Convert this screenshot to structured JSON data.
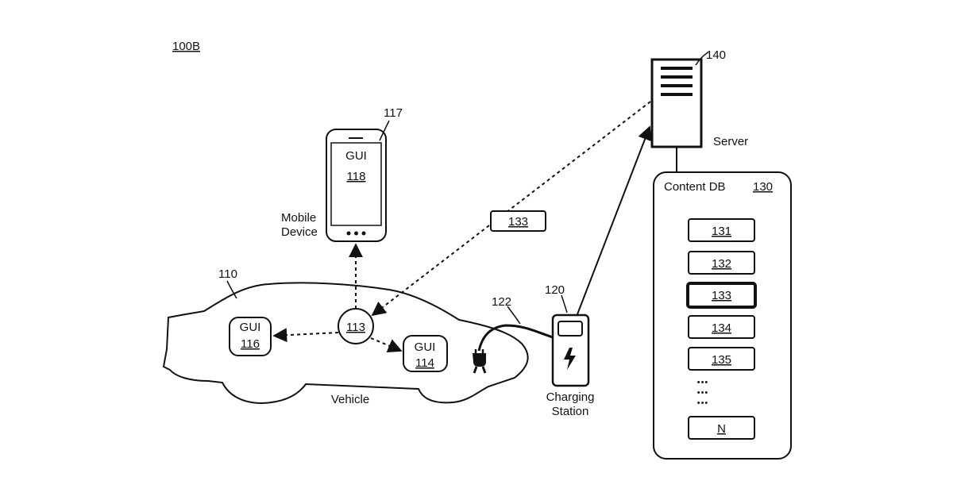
{
  "figure_label": "100B",
  "server": {
    "ref": "140",
    "label": "Server"
  },
  "content_db": {
    "label": "Content DB",
    "ref": "130",
    "items": [
      "131",
      "132",
      "133",
      "134",
      "135"
    ],
    "highlighted": "133",
    "ellipsis": "•••",
    "last": "N"
  },
  "mobile": {
    "ref": "117",
    "label_line1": "Mobile",
    "label_line2": "Device",
    "gui_label": "GUI",
    "gui_ref": "118"
  },
  "message": {
    "ref": "133"
  },
  "vehicle": {
    "ref": "110",
    "label": "Vehicle",
    "hub_ref": "113",
    "gui_a_label": "GUI",
    "gui_a_ref": "116",
    "gui_b_label": "GUI",
    "gui_b_ref": "114"
  },
  "cable": {
    "ref": "122"
  },
  "charging_station": {
    "ref": "120",
    "label_line1": "Charging",
    "label_line2": "Station"
  }
}
